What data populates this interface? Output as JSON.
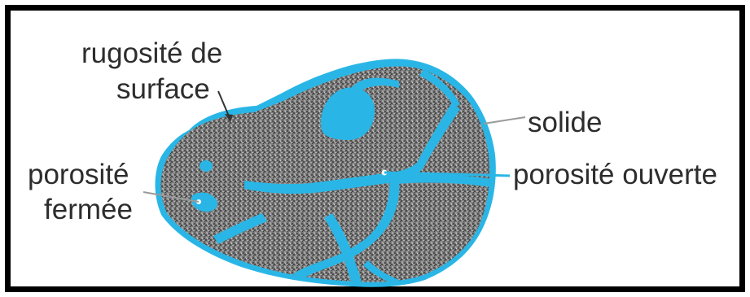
{
  "labels": {
    "roughness_line1": "rugosité de",
    "roughness_line2": "surface",
    "solid": "solide",
    "closed_porosity_line1": "porosité",
    "closed_porosity_line2": "fermée",
    "open_porosity": "porosité ouverte"
  },
  "colors": {
    "frame": "#000000",
    "solid_gray": "#7a7a7a",
    "pore_blue": "#29b6e6",
    "text": "#2d2d2d"
  }
}
